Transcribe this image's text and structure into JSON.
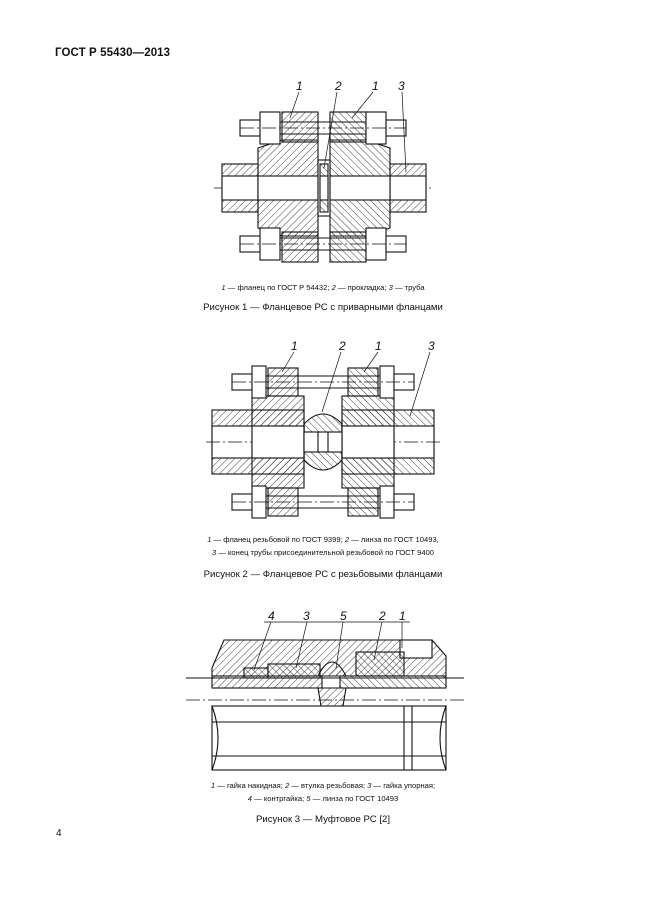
{
  "header": {
    "standard": "ГОСТ Р 55430—2013"
  },
  "figure1": {
    "labels": [
      "1",
      "2",
      "1",
      "3"
    ],
    "legend": [
      {
        "num": "1",
        "text": " — фланец по ГОСТ Р 54432; "
      },
      {
        "num": "2",
        "text": " — прокладка; "
      },
      {
        "num": "3",
        "text": " — труба"
      }
    ],
    "caption": "Рисунок 1 — Фланцевое РС с приварными фланцами"
  },
  "figure2": {
    "labels": [
      "1",
      "2",
      "1",
      "3"
    ],
    "legend_line1": [
      {
        "num": "1",
        "text": " — фланец резьбовой по ГОСТ 9399; "
      },
      {
        "num": "2",
        "text": " — линза по ГОСТ 10493,"
      }
    ],
    "legend_line2": [
      {
        "num": "3",
        "text": " — конец трубы присоединительной резьбовой по ГОСТ 9400"
      }
    ],
    "caption": "Рисунок 2 — Фланцевое РС с резьбовыми фланцами"
  },
  "figure3": {
    "labels": [
      "4",
      "3",
      "5",
      "2",
      "1"
    ],
    "legend_line1": [
      {
        "num": "1",
        "text": " — гайка накидная; "
      },
      {
        "num": "2",
        "text": " — втулка резьбовая; "
      },
      {
        "num": "3",
        "text": " — гайка упорная;"
      }
    ],
    "legend_line2": [
      {
        "num": "4",
        "text": " — контргайка; "
      },
      {
        "num": "5",
        "text": " — линза по ГОСТ 10493"
      }
    ],
    "caption": "Рисунок 3 — Муфтовое РС [2]"
  },
  "page_number": "4"
}
